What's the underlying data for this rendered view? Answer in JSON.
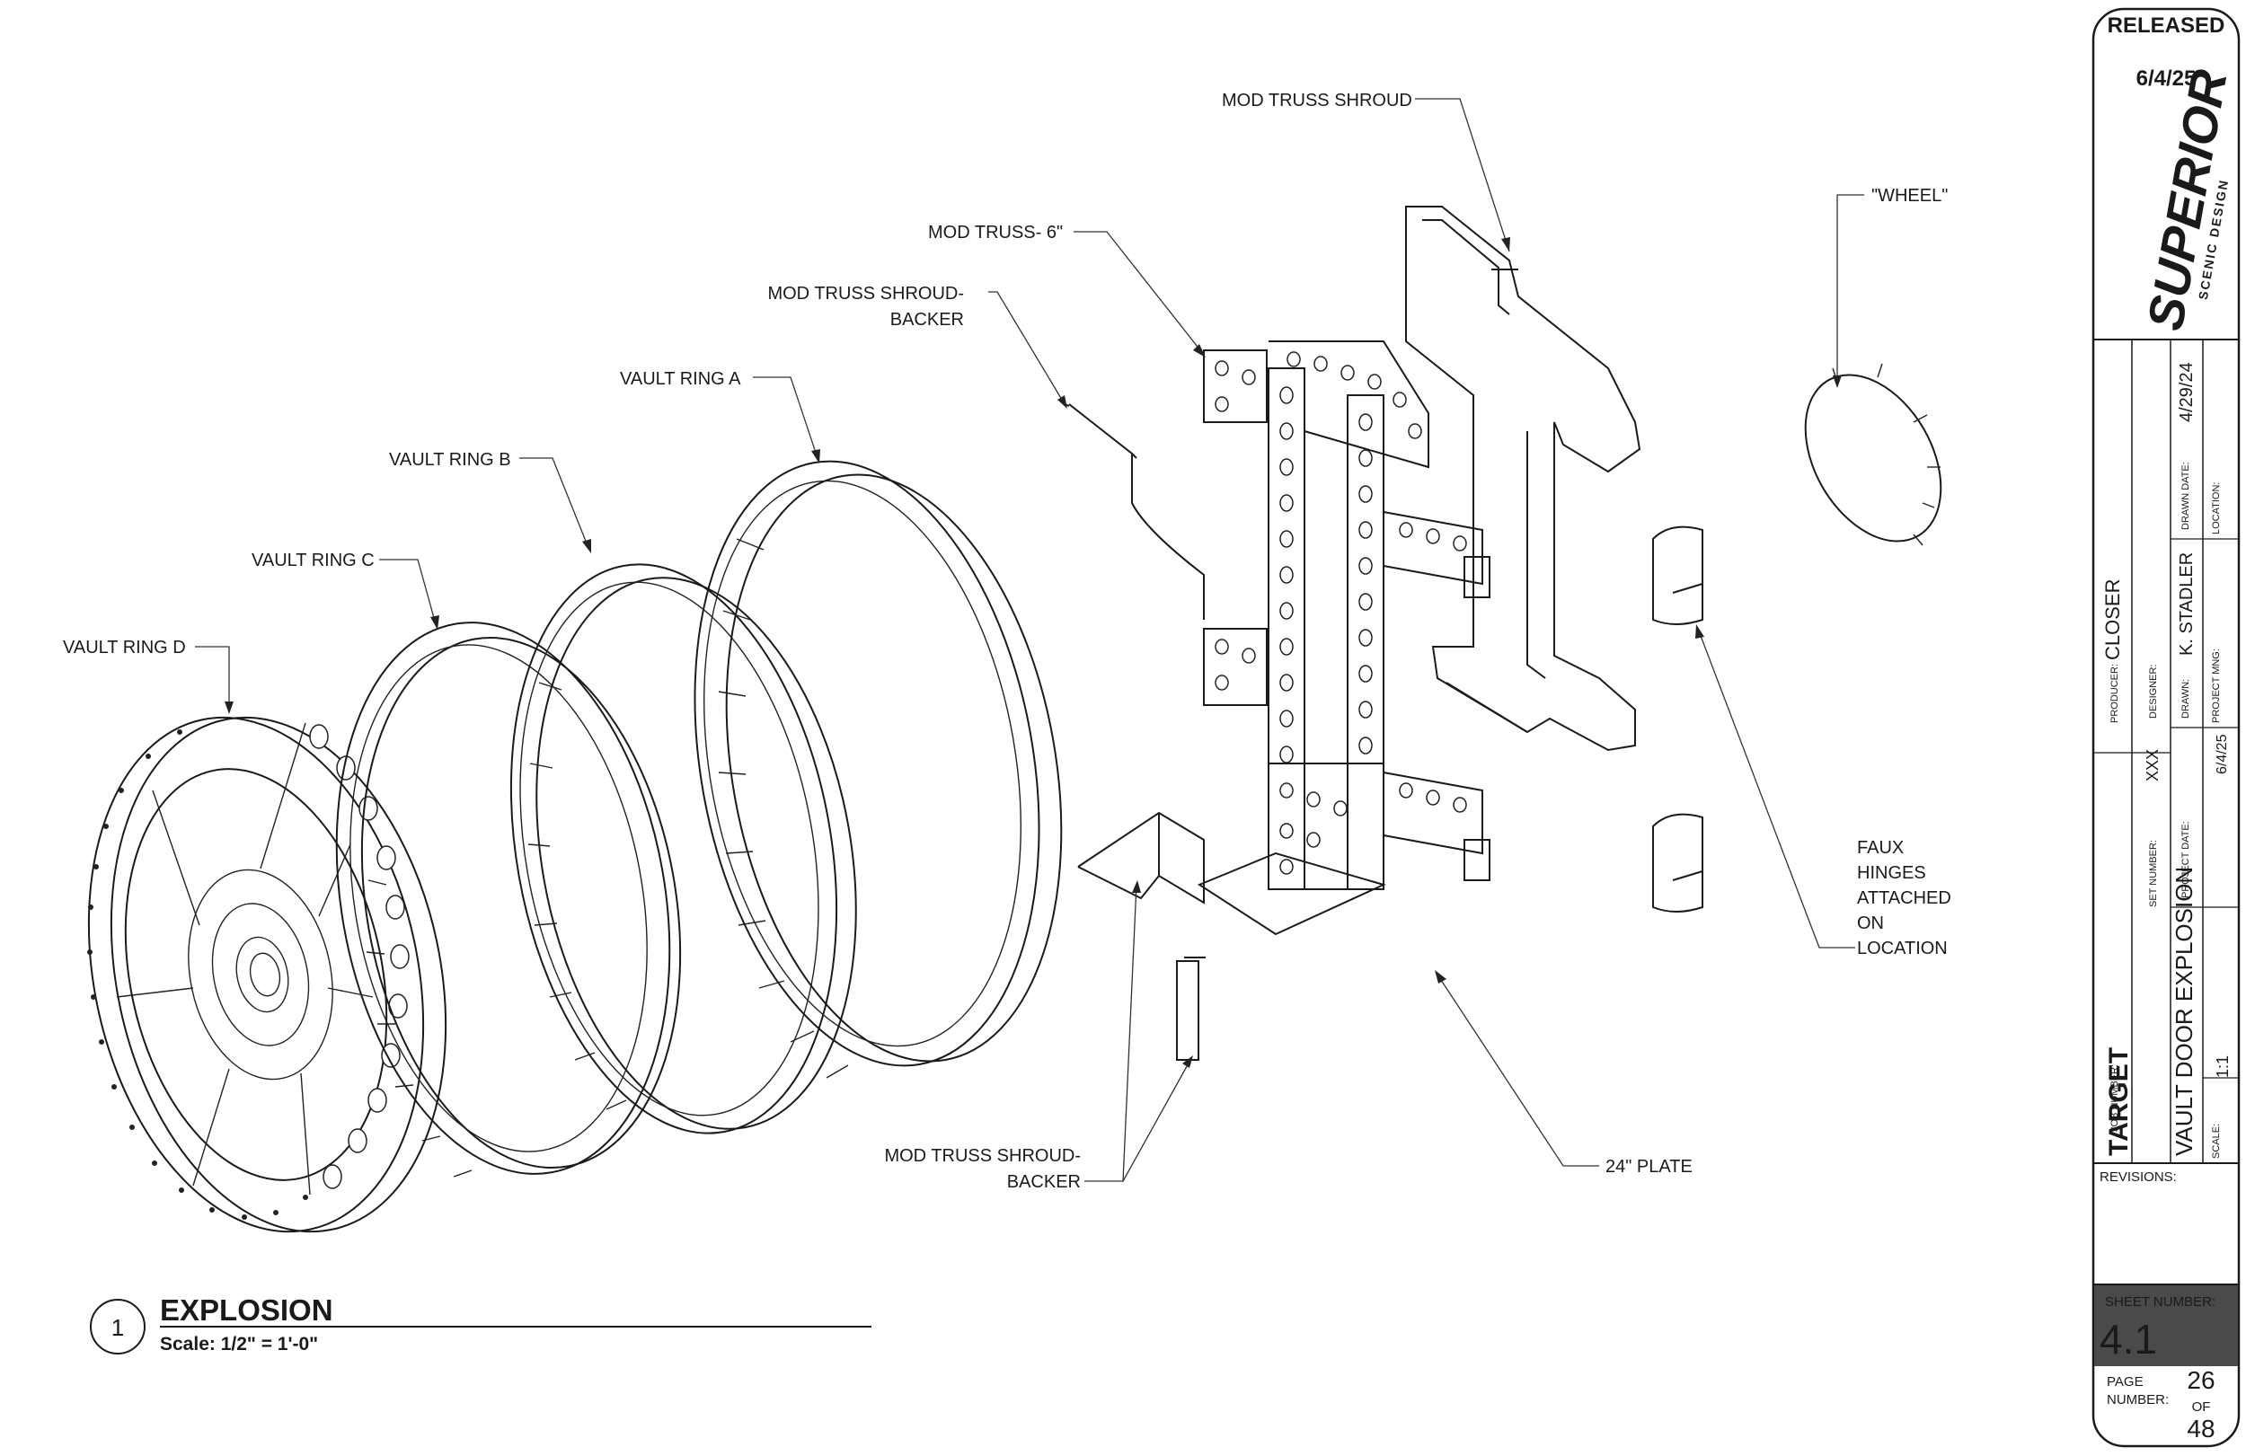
{
  "callouts": {
    "mod_truss_shroud": "MOD TRUSS SHROUD",
    "wheel": "\"WHEEL\"",
    "mod_truss_6": "MOD TRUSS- 6\"",
    "shroud_backer_top_line1": "MOD TRUSS SHROUD-",
    "shroud_backer_top_line2": "BACKER",
    "vault_ring_a": "VAULT RING A",
    "vault_ring_b": "VAULT RING B",
    "vault_ring_c": "VAULT RING C",
    "vault_ring_d": "VAULT RING D",
    "faux_hinges": [
      "FAUX",
      "HINGES",
      "ATTACHED",
      "ON",
      "LOCATION"
    ],
    "plate_24": "24\" PLATE",
    "shroud_backer_bottom_line1": "MOD TRUSS SHROUD-",
    "shroud_backer_bottom_line2": "BACKER"
  },
  "view_title": {
    "number": "1",
    "title": "EXPLOSION",
    "scale": "Scale: 1/2\" = 1'-0\""
  },
  "title_block": {
    "status": "RELEASED",
    "status_date": "6/4/25",
    "logo_main": "SUPERIOR",
    "logo_sub": "SCENIC DESIGN",
    "producer_label": "PRODUCER:",
    "producer": "CLOSER",
    "designer_label": "DESIGNER:",
    "drawn_label": "DRAWN:",
    "drawn": "K. STADLER",
    "drawn_date_label": "DRAWN DATE:",
    "drawn_date": "4/29/24",
    "location_label": "LOCATION:",
    "project_mng_label": "PROJECT MNG:",
    "job_number_label": "JOB NUMBER:",
    "set_number_label": "SET NUMBER:",
    "set_number": "XXX",
    "project_date_label": "PROJECT DATE:",
    "project_date": "6/4/25",
    "client": "TARGET",
    "sheet_title": "VAULT DOOR EXPLOSION",
    "scale_label": "SCALE:",
    "scale": "1:1",
    "revisions_label": "REVISIONS:",
    "sheet_number_label": "SHEET NUMBER:",
    "sheet_number": "4.1",
    "page_number_label_1": "PAGE",
    "page_number_label_2": "NUMBER:",
    "page": "26",
    "of_label": "OF",
    "page_total": "48"
  },
  "colors": {
    "ink": "#1a1a1a",
    "released_red": "#d0262a",
    "sheet_band": "#4a4a4a"
  }
}
